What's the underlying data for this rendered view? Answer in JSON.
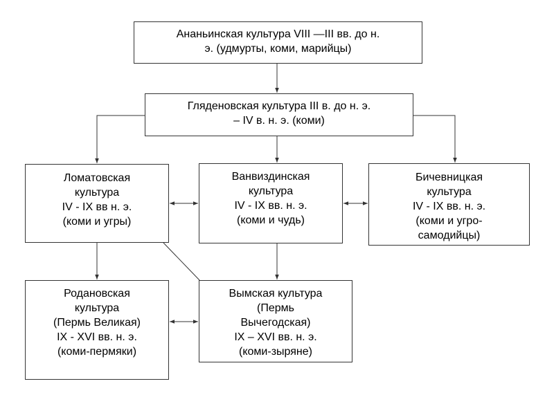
{
  "boxes": {
    "ananyino": {
      "lines": [
        "Ананьинская культура VIII —III вв. до н.",
        "э. (удмурты, коми, марийцы)"
      ]
    },
    "glyadenovo": {
      "lines": [
        "Гляденовская культура  III в. до н. э.",
        "– IV в. н. э. (коми)"
      ]
    },
    "lomatovo": {
      "lines": [
        "Ломатовская",
        "культура",
        "IV - IX вв н. э.",
        "(коми и угры)"
      ]
    },
    "vanvizda": {
      "lines": [
        "Ванвиздинская",
        "культура",
        "IV - IX вв. н. э.",
        "(коми и чудь)"
      ]
    },
    "bichevnik": {
      "lines": [
        "Бичевницкая",
        "культура",
        "IV - IX вв. н. э.",
        "(коми и угро-",
        "самодийцы)"
      ]
    },
    "rodanovo": {
      "lines": [
        "Родановская",
        "культура",
        "(Пермь Великая)",
        "IX - XVI вв. н. э.",
        "(коми-пермяки)"
      ]
    },
    "vym": {
      "lines": [
        "Вымская культура",
        "(Пермь",
        "Вычегодская)",
        "IX – XVI вв. н. э.",
        "(коми-зыряне)"
      ]
    }
  },
  "colors": {
    "line": "#333333",
    "box_border": "#333333",
    "text": "#000000"
  }
}
